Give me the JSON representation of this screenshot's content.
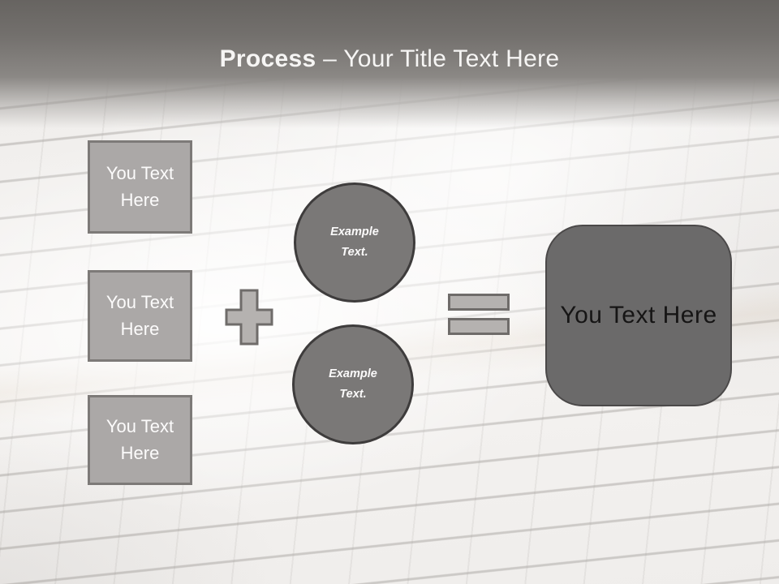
{
  "slide": {
    "title": {
      "bold": "Process",
      "regular": "– Your Title Text Here"
    }
  },
  "left_boxes": [
    {
      "label": "You Text Here"
    },
    {
      "label": "You Text Here"
    },
    {
      "label": "You Text Here"
    }
  ],
  "operators": {
    "plus_glyph": "+",
    "equals_glyph": "="
  },
  "circles": [
    {
      "label": "Example Text."
    },
    {
      "label": "Example Text."
    }
  ],
  "result_box": {
    "label": "You Text Here"
  },
  "colors": {
    "header_top": "#676461",
    "header_mid": "#8b8885",
    "title_text": "#f6f5f4",
    "square_fill": "#aba8a7",
    "square_border": "#7d7a78",
    "operator_fill": "#b5b2b0",
    "operator_border": "#6f6c6a",
    "circle_fill": "#7a7877",
    "circle_border": "#3e3c3c",
    "result_fill": "#6b6a6a",
    "result_border": "#4b4949",
    "wall_base": "#f2f0ee"
  }
}
